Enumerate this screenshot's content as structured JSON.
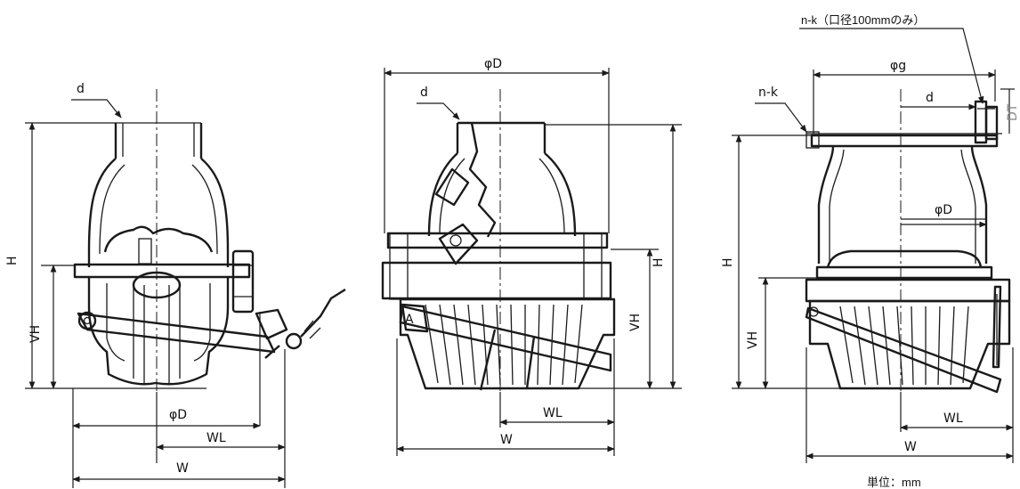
{
  "diagrams": [
    {
      "labels": {
        "d": "d",
        "H": "H",
        "VH": "VH",
        "phiD": "φD",
        "WL": "WL",
        "W": "W"
      }
    },
    {
      "labels": {
        "phiD": "φD",
        "d": "d",
        "H": "H",
        "VH": "VH",
        "WL": "WL",
        "W": "W"
      }
    },
    {
      "labels": {
        "note_nk_100": "n-k（口径100mmのみ）",
        "phig": "φg",
        "d": "d",
        "DT": "DT",
        "nk": "n-k",
        "H": "H",
        "phiD": "φD",
        "VH": "VH",
        "WL": "WL",
        "W": "W"
      }
    }
  ],
  "unit_note": "単位：mm"
}
